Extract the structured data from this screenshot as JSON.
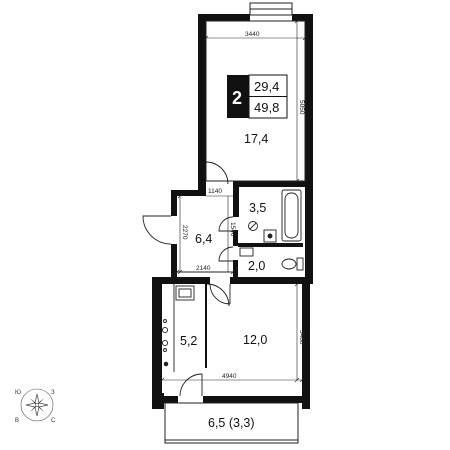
{
  "summary": {
    "rooms_count": "2",
    "living_area": "29,4",
    "total_area": "49,8"
  },
  "rooms": {
    "living_room": "17,4",
    "hall": "6,4",
    "bathroom": "3,5",
    "toilet": "2,0",
    "kitchen": "5,2",
    "bedroom": "12,0",
    "balcony": "6,5 (3,3)"
  },
  "dimensions": {
    "top_width": "3440",
    "living_depth": "5050",
    "hall_width_top": "1140",
    "hall_height": "2270",
    "hall_width_bottom": "2140",
    "corridor_width": "1540",
    "bedroom_depth": "3480",
    "bedroom_width": "4940"
  },
  "compass": {
    "north": "С",
    "south": "Ю",
    "east": "В",
    "west": "З"
  },
  "colors": {
    "wall": "#111111",
    "line": "#222222",
    "badge": "#111111"
  }
}
